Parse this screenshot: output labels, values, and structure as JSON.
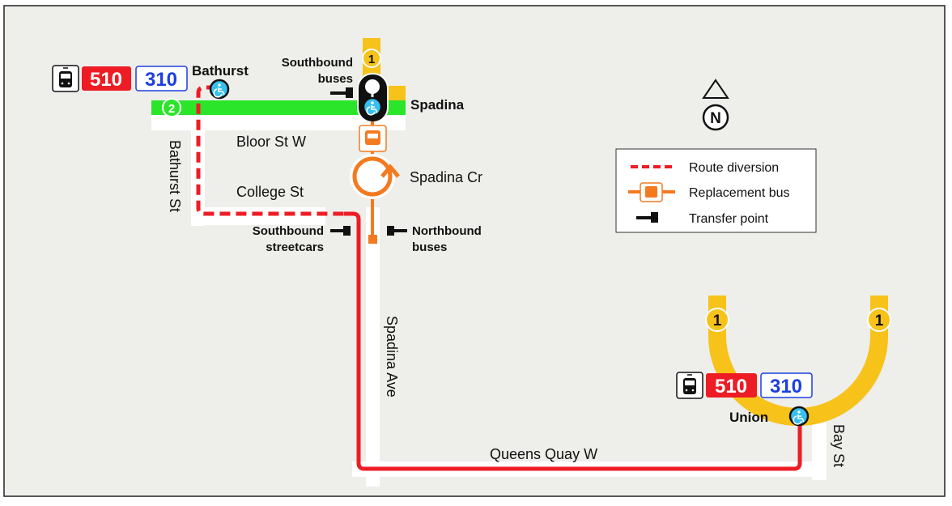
{
  "colors": {
    "background": "#eeeeea",
    "line1": "#f7c21a",
    "line2": "#2be52b",
    "diversion": "#ee1c25",
    "bus": "#f47a20",
    "route310": "#1c3fe0",
    "accessible": "#35c0ee"
  },
  "stations": {
    "bathurst": "Bathurst",
    "spadina": "Spadina",
    "union": "Union"
  },
  "routes": {
    "streetcar": "510",
    "night": "310"
  },
  "lines": {
    "line1": "1",
    "line2": "2"
  },
  "streets": {
    "bloor": "Bloor St W",
    "college": "College St",
    "bathurst": "Bathurst St",
    "spadina_ave": "Spadina Ave",
    "spadina_cr": "Spadina Cr",
    "queens_quay": "Queens Quay W",
    "bay": "Bay St"
  },
  "transfer_labels": {
    "sb_buses_1": "Southbound",
    "sb_buses_2": "buses",
    "sb_streetcars_1": "Southbound",
    "sb_streetcars_2": "streetcars",
    "nb_buses_1": "Northbound",
    "nb_buses_2": "buses"
  },
  "north": "N",
  "legend": {
    "items": [
      {
        "label": "Route diversion",
        "icon": "dashed-line"
      },
      {
        "label": "Replacement bus",
        "icon": "bus-line"
      },
      {
        "label": "Transfer point",
        "icon": "transfer-point"
      }
    ]
  }
}
